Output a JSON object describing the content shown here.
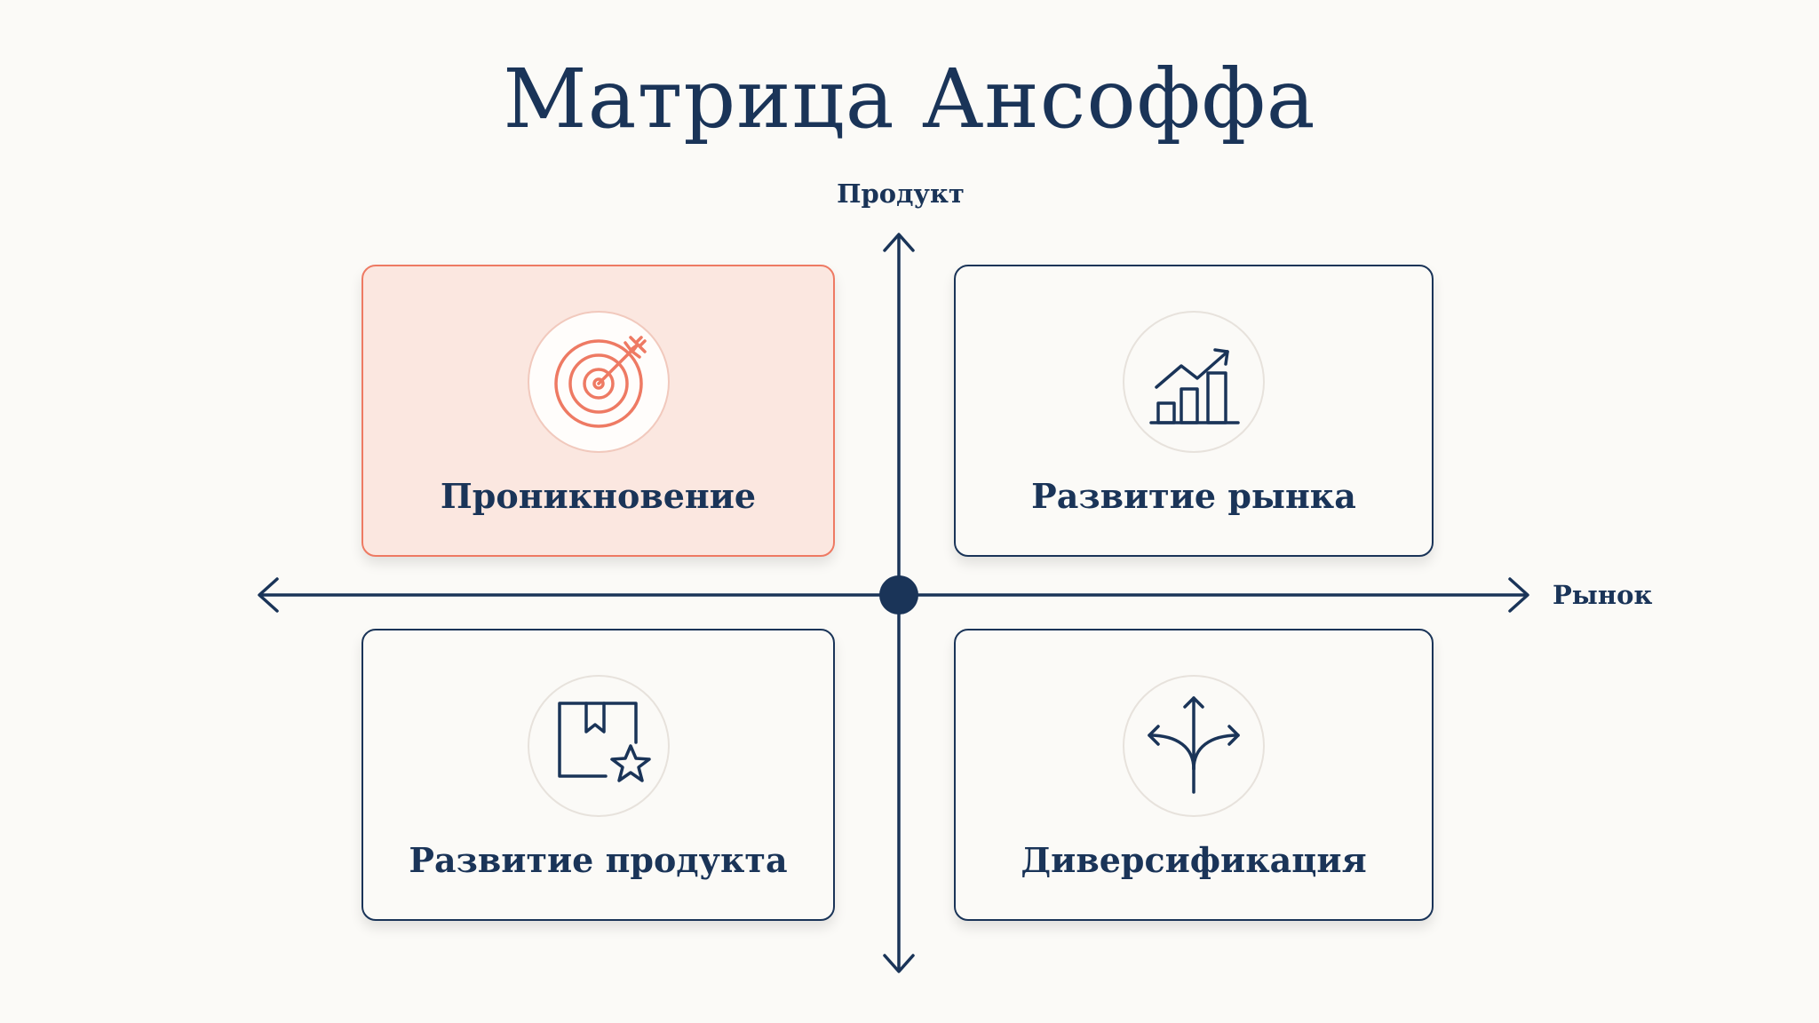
{
  "title": "Матрица Ансоффа",
  "axes": {
    "y_label": "Продукт",
    "x_label": "Рынок"
  },
  "quadrants": [
    {
      "label": "Проникновение",
      "icon": "target-icon",
      "highlighted": true
    },
    {
      "label": "Развитие рынка",
      "icon": "growth-chart-icon",
      "highlighted": false
    },
    {
      "label": "Развитие продукта",
      "icon": "product-box-star-icon",
      "highlighted": false
    },
    {
      "label": "Диверсификация",
      "icon": "split-arrows-icon",
      "highlighted": false
    }
  ],
  "colors": {
    "navy": "#1a3458",
    "accent": "#ee7a63",
    "accent_bg": "#fbe7e0",
    "background": "#fbfaf7"
  }
}
